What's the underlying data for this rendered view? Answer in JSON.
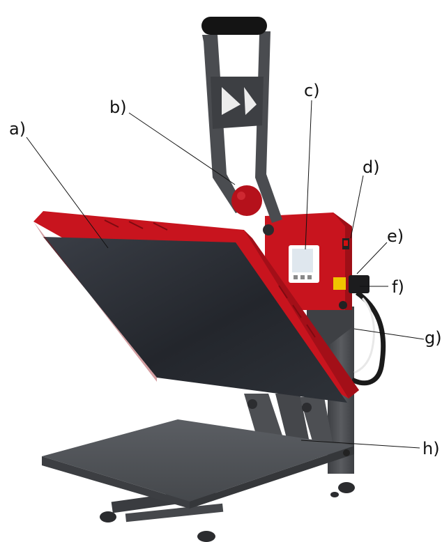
{
  "callouts": [
    {
      "id": "a",
      "label": "a)"
    },
    {
      "id": "b",
      "label": "b)"
    },
    {
      "id": "c",
      "label": "c)"
    },
    {
      "id": "d",
      "label": "d)"
    },
    {
      "id": "e",
      "label": "e)"
    },
    {
      "id": "f",
      "label": "f)"
    },
    {
      "id": "g",
      "label": "g)"
    },
    {
      "id": "h",
      "label": "h)"
    }
  ],
  "colors": {
    "platen_red": "#c8141e",
    "platen_dark": "#2a2d33",
    "frame_gray": "#4a4c50",
    "base_gray": "#55585d",
    "display_screen": "#dfe7ee"
  }
}
